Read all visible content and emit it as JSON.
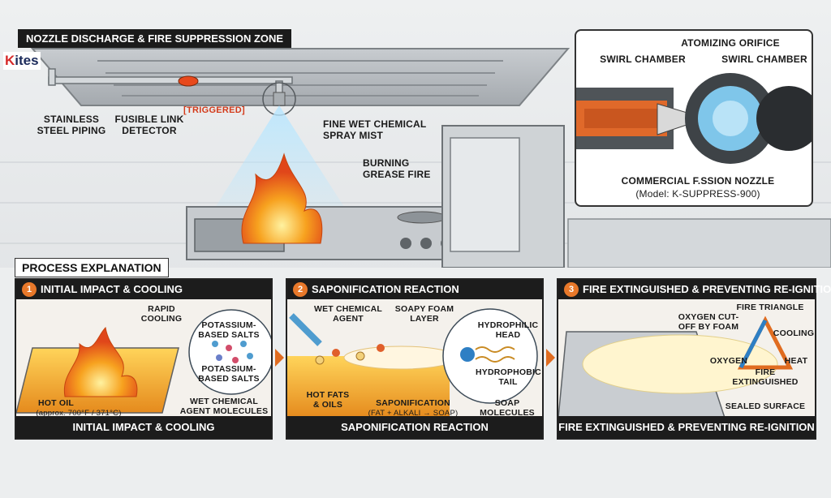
{
  "brand": {
    "logo_k": "K",
    "logo_rest": "ites"
  },
  "header": {
    "title": "NOZZLE DISCHARGE & FIRE SUPPRESSION ZONE"
  },
  "scene_labels": {
    "piping": "STAINLESS\nSTEEL PIPING",
    "fusible": "FUSIBLE LINK\nDETECTOR",
    "triggered": "[TRIGGERED]",
    "spray": "FINE WET CHEMICAL\nSPRAY MIST",
    "fire": "BURNING\nGREASE FIRE"
  },
  "inset": {
    "atomizing": "ATOMIZING ORIFICE",
    "swirl_left": "SWIRL CHAMBER",
    "swirl_right": "SWIRL CHAMBER",
    "nozzle_name": "COMMERCIAL F.SSION NOZZLE",
    "model": "(Model: K-SUPPRESS-900)"
  },
  "process": {
    "title": "PROCESS EXPLANATION"
  },
  "panels": [
    {
      "num": "1",
      "title": "INITIAL IMPACT & COOLING",
      "footer": "INITIAL IMPACT & COOLING",
      "labels": {
        "rapid": "RAPID\nCOOLING",
        "salts1": "POTASSIUM-\nBASED SALTS",
        "salts2": "POTASSIUM-\nBASED SALTS",
        "hot_oil": "HOT OIL",
        "temp": "(approx. 700°F / 371°C)",
        "agent": "WET CHEMICAL\nAGENT MOLECULES"
      }
    },
    {
      "num": "2",
      "title": "SAPONIFICATION REACTION",
      "footer": "SAPONIFICATION REACTION",
      "labels": {
        "agent": "WET CHEMICAL\nAGENT",
        "foam": "SOAPY FOAM\nLAYER",
        "head": "HYDROPHILIC\nHEAD",
        "tail": "HYDROPHOBIC\nTAIL",
        "fats": "HOT FATS\n& OILS",
        "sapon": "SAPONIFICATION",
        "formula": "(FAT + ALKALI → SOAP)",
        "soap": "SOAP\nMOLECULES"
      }
    },
    {
      "num": "3",
      "title": "FIRE EXTINGUISHED & PREVENTING RE-IGNITION",
      "footer": "FIRE EXTINGUISHED & PREVENTING RE-IGNITION",
      "labels": {
        "oxygen_cut": "OXYGEN CUT-\nOFF BY FOAM",
        "triangle": "FIRE TRIANGLE",
        "cooling": "COOLING",
        "oxygen": "OXYGEN",
        "heat": "HEAT",
        "extinguished": "FIRE\nEXTINGUISHED",
        "sealed": "SEALED SURFACE"
      }
    }
  ],
  "colors": {
    "accent": "#e8782a",
    "flame": "#f39a1e",
    "header_bg": "#1c1c1c",
    "hood": "#b9bdc1"
  }
}
